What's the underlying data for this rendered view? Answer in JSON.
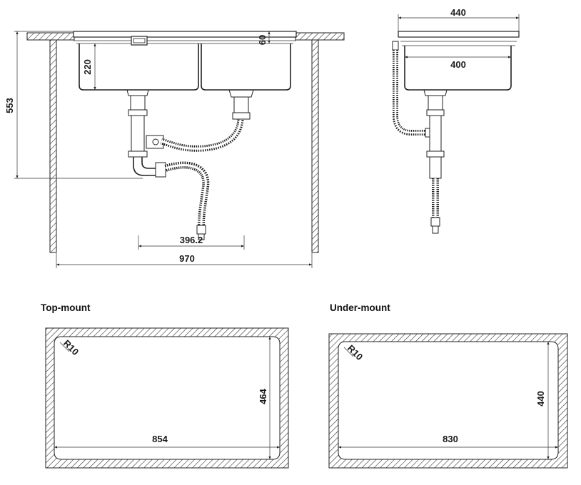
{
  "front_view": {
    "depth_dim": "220",
    "rim_dim": "60",
    "height_dim": "553",
    "drain_offset_dim": "396.2",
    "cabinet_width_dim": "970"
  },
  "side_view": {
    "outer_dim": "440",
    "inner_dim": "400"
  },
  "top_mount": {
    "title": "Top-mount",
    "radius_label": "R10",
    "height_dim": "464",
    "width_dim": "854"
  },
  "under_mount": {
    "title": "Under-mount",
    "radius_label": "R10",
    "height_dim": "440",
    "width_dim": "830"
  }
}
